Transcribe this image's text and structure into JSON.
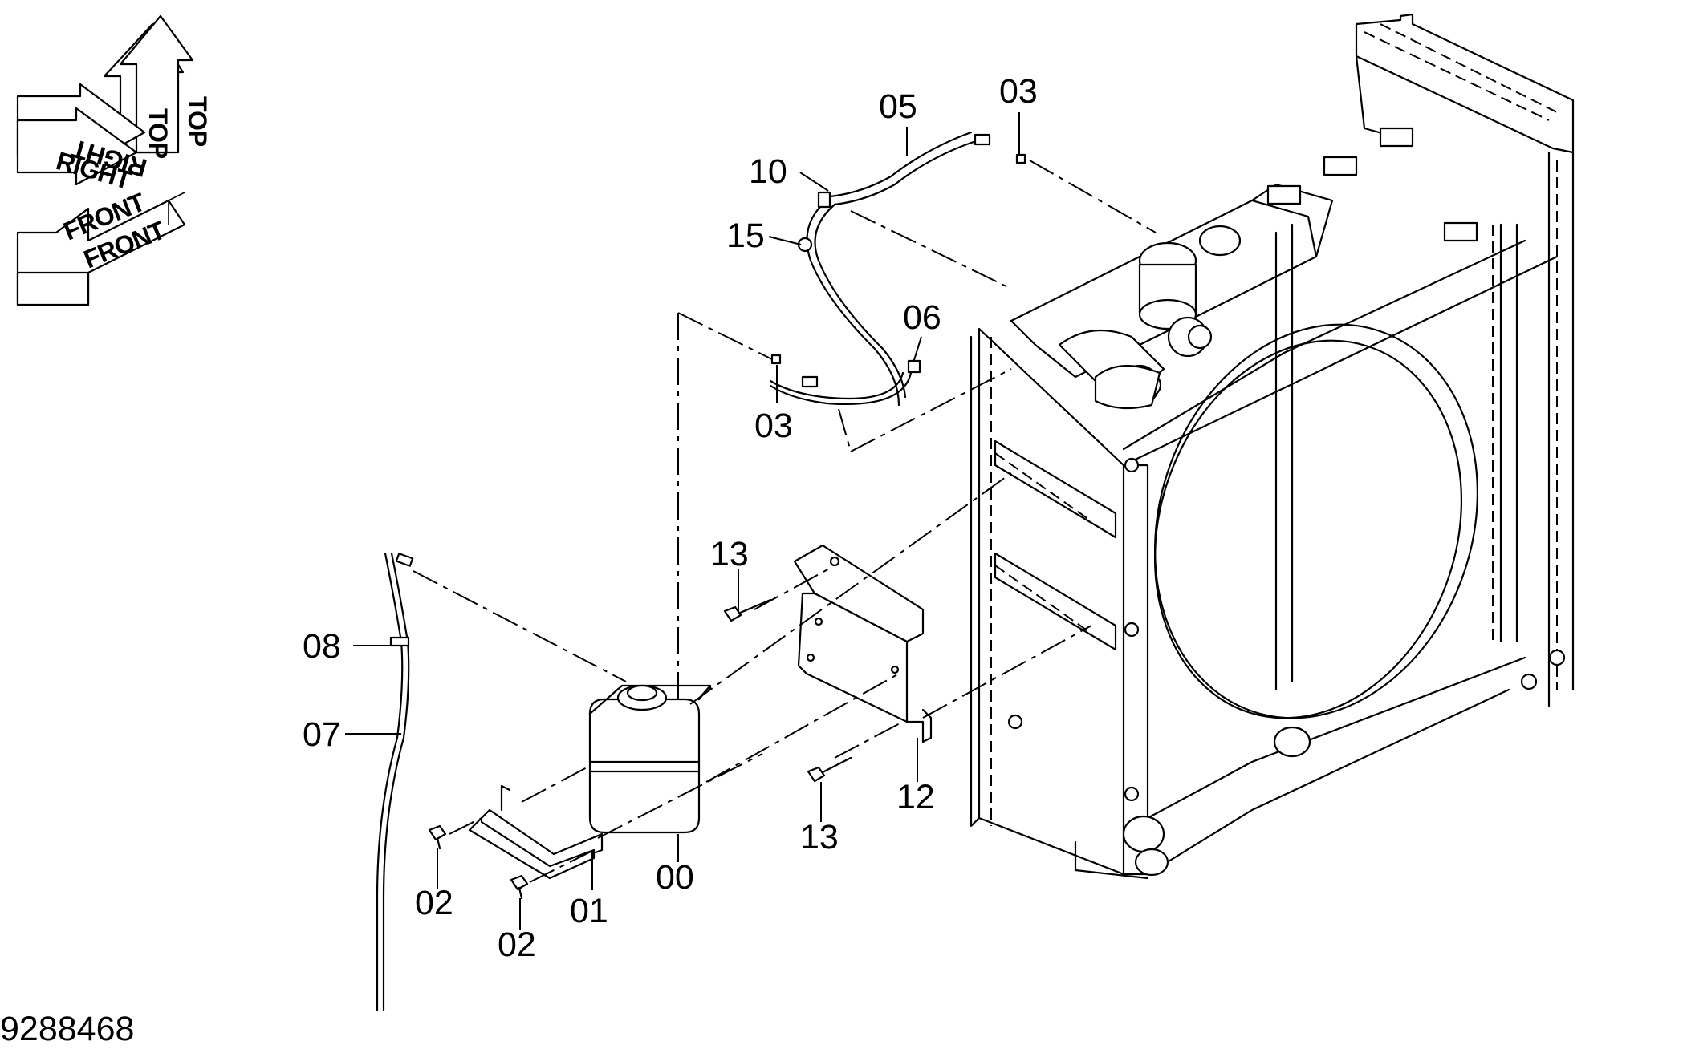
{
  "orientation": {
    "top_label": "TOP",
    "top_label_mirrored": "TOP",
    "right_label": "RIGHT",
    "right_label_mirrored": "RIGHT",
    "front_label": "FRONT",
    "front_label_mirrored": "FRONT"
  },
  "callouts": [
    {
      "id": "c05",
      "label": "05"
    },
    {
      "id": "c03a",
      "label": "03"
    },
    {
      "id": "c10",
      "label": "10"
    },
    {
      "id": "c15",
      "label": "15"
    },
    {
      "id": "c06",
      "label": "06"
    },
    {
      "id": "c03b",
      "label": "03"
    },
    {
      "id": "c13a",
      "label": "13"
    },
    {
      "id": "c08",
      "label": "08"
    },
    {
      "id": "c07",
      "label": "07"
    },
    {
      "id": "c12",
      "label": "12"
    },
    {
      "id": "c13b",
      "label": "13"
    },
    {
      "id": "c02a",
      "label": "02"
    },
    {
      "id": "c01",
      "label": "01"
    },
    {
      "id": "c00",
      "label": "00"
    },
    {
      "id": "c02b",
      "label": "02"
    }
  ],
  "document_number": "9288468"
}
